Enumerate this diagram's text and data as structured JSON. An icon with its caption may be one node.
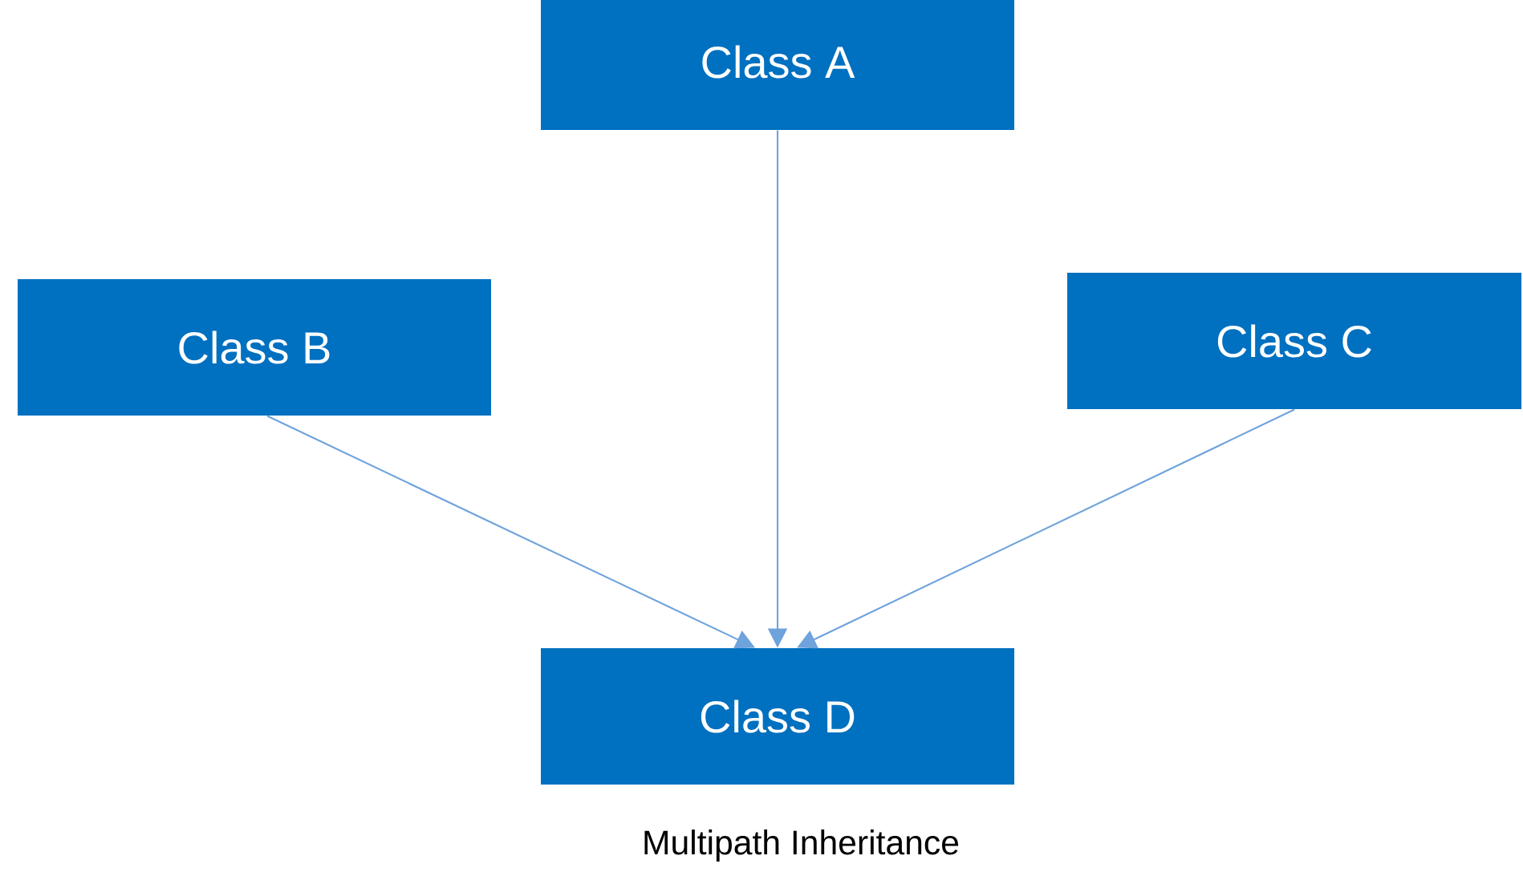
{
  "diagram": {
    "caption": "Multipath Inheritance",
    "nodes": [
      {
        "text": [
          "Class A"
        ]
      },
      {
        "text": [
          "Class B"
        ]
      },
      {
        "text": [
          "Class C"
        ]
      },
      {
        "text": [
          "Class D"
        ]
      }
    ],
    "edges": [
      {
        "from": 0,
        "to": 3,
        "arrow": "to"
      },
      {
        "from": 1,
        "to": 3,
        "arrow": "to"
      },
      {
        "from": 2,
        "to": 3,
        "arrow": "to"
      }
    ]
  }
}
